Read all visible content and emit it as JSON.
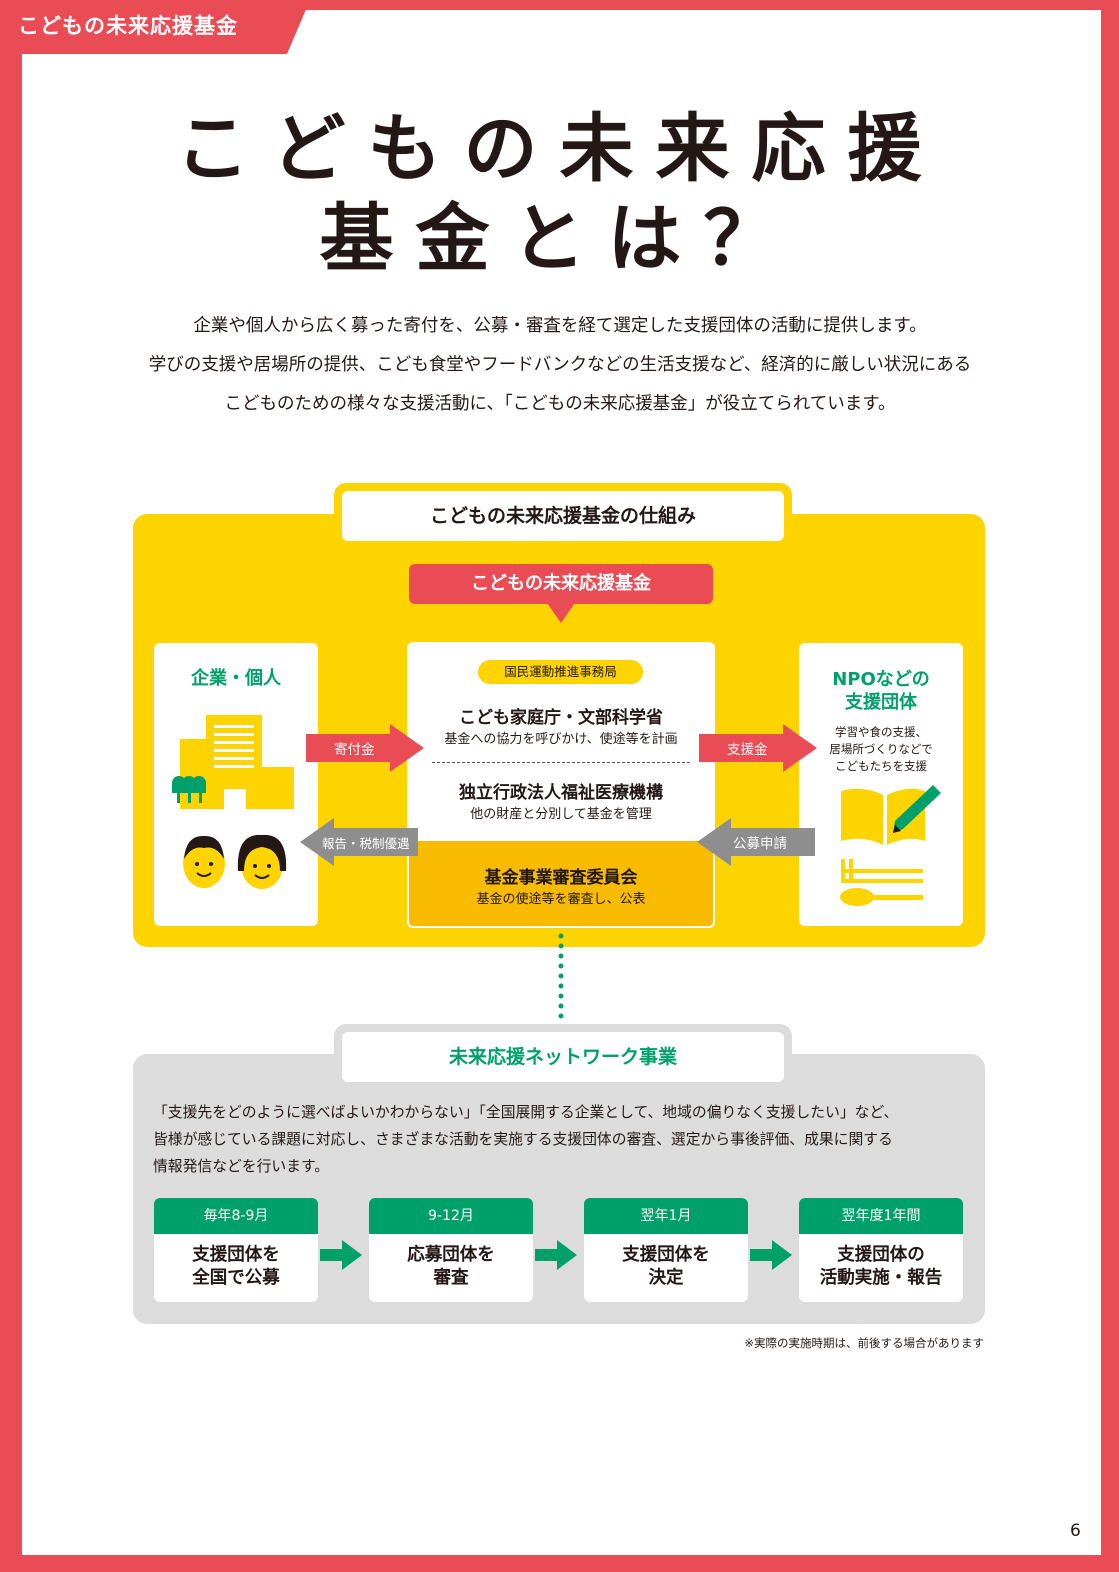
{
  "header": {
    "corner_label": "こどもの未来応援基金"
  },
  "title": {
    "line1": "こどもの未来応援",
    "line2": "基金とは？"
  },
  "intro": [
    "企業や個人から広く募った寄付を、公募・審査を経て選定した支援団体の活動に提供します。",
    "学びの支援や居場所の提供、こども食堂やフードバンクなどの生活支援など、経済的に厳しい状況にある",
    "こどものための様々な支援活動に、「こどもの未来応援基金」が役立てられています。"
  ],
  "mechanism": {
    "title": "こどもの未来応援基金の仕組み",
    "fund_label": "こどもの未来応援基金",
    "donors": {
      "heading": "企業・個人"
    },
    "center": {
      "pill": "国民運動推進事務局",
      "org1_name": "こども家庭庁・文部科学省",
      "org1_desc": "基金への協力を呼びかけ、使途等を計画",
      "org2_name": "独立行政法人福祉医療機構",
      "org2_desc": "他の財産と分別して基金を管理",
      "committee_name": "基金事業審査委員会",
      "committee_desc": "基金の使途等を審査し、公表"
    },
    "npo": {
      "heading_line1": "NPOなどの",
      "heading_line2": "支援団体",
      "desc": [
        "学習や食の支援、",
        "居場所づくりなどで",
        "こどもたちを支援"
      ]
    },
    "arrows": {
      "donation": "寄付金",
      "support_money": "支援金",
      "report": "報告・税制優遇",
      "application": "公募申請"
    }
  },
  "network": {
    "title": "未来応援ネットワーク事業",
    "desc": [
      "「支援先をどのように選べばよいかわからない」「全国展開する企業として、地域の偏りなく支援したい」など、",
      "皆様が感じている課題に対応し、さまざまな活動を実施する支援団体の審査、選定から事後評価、成果に関する",
      "情報発信などを行います。"
    ],
    "steps": [
      {
        "period": "毎年8-9月",
        "line1": "支援団体を",
        "line2": "全国で公募"
      },
      {
        "period": "9-12月",
        "line1": "応募団体を",
        "line2": "審査"
      },
      {
        "period": "翌年1月",
        "line1": "支援団体を",
        "line2": "決定"
      },
      {
        "period": "翌年度1年間",
        "line1": "支援団体の",
        "line2": "活動実施・報告"
      }
    ],
    "footnote": "※実際の実施時期は、前後する場合があります"
  },
  "page_number": "6",
  "colors": {
    "red": "#e94c55",
    "yellow": "#fdd400",
    "orange": "#f8bb00",
    "green": "#00a06a",
    "gray": "#dcdcdd",
    "arrow_gray": "#8e8e8f"
  }
}
